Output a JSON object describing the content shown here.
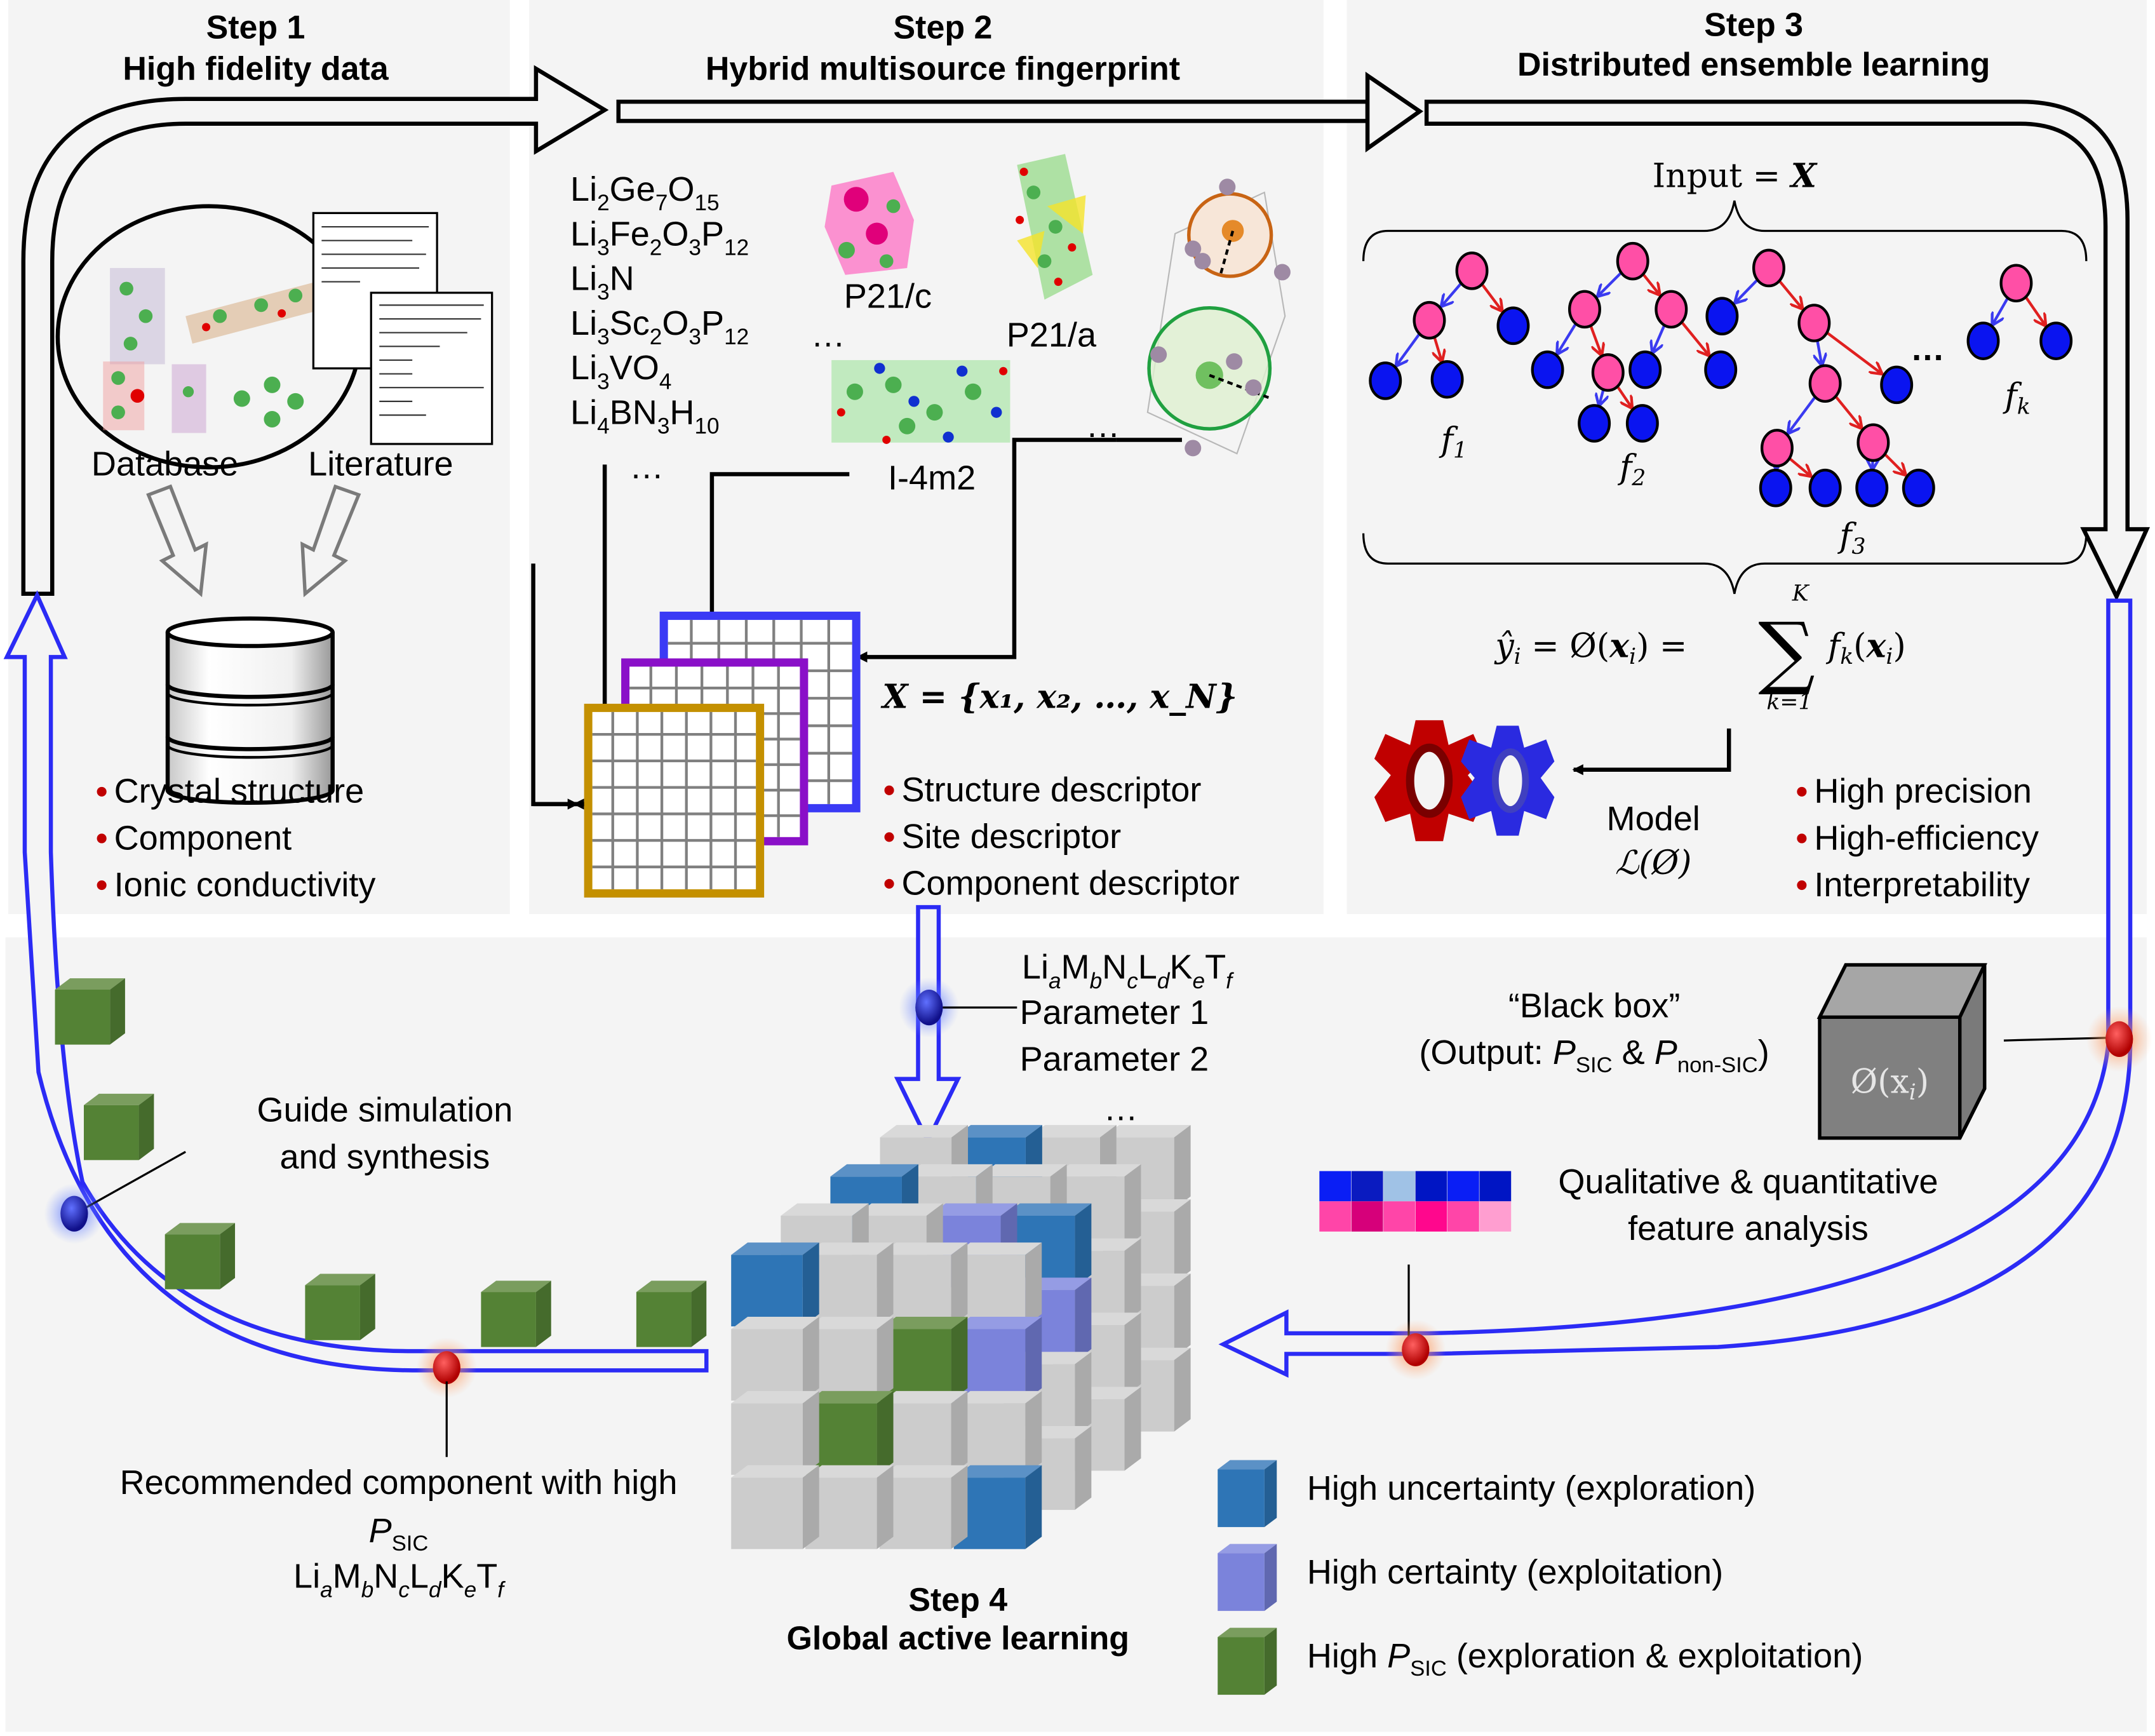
{
  "steps": {
    "step1": {
      "number": "Step 1",
      "title": "High fidelity data"
    },
    "step2": {
      "number": "Step 2",
      "title": "Hybrid multisource fingerprint"
    },
    "step3": {
      "number": "Step 3",
      "title": "Distributed ensemble learning"
    },
    "step4": {
      "number": "Step 4",
      "title": "Global active learning"
    }
  },
  "step1": {
    "sources": {
      "database": "Database",
      "literature": "Literature"
    },
    "bullets": [
      "Crystal structure",
      "Component",
      "Ionic conductivity"
    ]
  },
  "step2": {
    "formulas": [
      {
        "parts": [
          [
            "Li",
            ""
          ],
          [
            "2",
            "sub"
          ],
          [
            "Ge",
            ""
          ],
          [
            "7",
            "sub"
          ],
          [
            "O",
            ""
          ],
          [
            "15",
            "sub"
          ]
        ]
      },
      {
        "parts": [
          [
            "Li",
            ""
          ],
          [
            "3",
            "sub"
          ],
          [
            "Fe",
            ""
          ],
          [
            "2",
            "sub"
          ],
          [
            "O",
            ""
          ],
          [
            "3",
            "sub"
          ],
          [
            "P",
            ""
          ],
          [
            "12",
            "sub"
          ]
        ]
      },
      {
        "parts": [
          [
            "Li",
            ""
          ],
          [
            "3",
            "sub"
          ],
          [
            "N",
            ""
          ]
        ]
      },
      {
        "parts": [
          [
            "Li",
            ""
          ],
          [
            "3",
            "sub"
          ],
          [
            "Sc",
            ""
          ],
          [
            "2",
            "sub"
          ],
          [
            "O",
            ""
          ],
          [
            "3",
            "sub"
          ],
          [
            "P",
            ""
          ],
          [
            "12",
            "sub"
          ]
        ]
      },
      {
        "parts": [
          [
            "Li",
            ""
          ],
          [
            "3",
            "sub"
          ],
          [
            "V",
            ""
          ],
          [
            "O",
            ""
          ],
          [
            "4",
            "sub"
          ]
        ]
      },
      {
        "parts": [
          [
            "Li",
            ""
          ],
          [
            "4",
            "sub"
          ],
          [
            "B",
            ""
          ],
          [
            "N",
            ""
          ],
          [
            "3",
            "sub"
          ],
          [
            "H",
            ""
          ],
          [
            "10",
            "sub"
          ]
        ]
      }
    ],
    "formulas_ellipsis": "…",
    "space_groups": [
      "P21/c",
      "P21/a",
      "I-4m2"
    ],
    "structure_ellipsis": "…",
    "site_ellipsis": "…",
    "feature_set": "X = {x₁, x₂, …, x_N}",
    "bullets": [
      "Structure descriptor",
      "Site descriptor",
      "Component descriptor"
    ],
    "matrix_colors": {
      "back": "#3a3af5",
      "middle": "#8a10c8",
      "front": "#c49000"
    }
  },
  "step3": {
    "input_label": "Input = ",
    "input_symbol": "X",
    "trees": [
      "f",
      "f",
      "f",
      "f"
    ],
    "tree_subscripts": [
      "1",
      "2",
      "3",
      "k"
    ],
    "trees_ellipsis": "…",
    "equation": {
      "lhs": "ŷ",
      "lhs_sub": "i",
      "eq1": " =  Ø(",
      "x": "x",
      "x_sub": "i",
      "eq2": ") = ",
      "sum_upper": "K",
      "sum_lower": "k=1",
      "rhs_f": "f",
      "rhs_sub": "k",
      "rhs_open": "(",
      "rhs_x": "x",
      "rhs_xsub": "i",
      "rhs_close": ")"
    },
    "model_label": "Model",
    "model_symbol": "ℒ(Ø)",
    "bullets": [
      "High precision",
      "High-efficiency",
      "Interpretability"
    ]
  },
  "step4": {
    "query": {
      "formula_parts": [
        [
          "Li",
          ""
        ],
        [
          "a",
          "sub"
        ],
        [
          "M",
          ""
        ],
        [
          "b",
          "sub"
        ],
        [
          "N",
          ""
        ],
        [
          "c",
          "sub"
        ],
        [
          "L",
          ""
        ],
        [
          "d",
          "sub"
        ],
        [
          "K",
          ""
        ],
        [
          "e",
          "sub"
        ],
        [
          "T",
          ""
        ],
        [
          "f",
          "sub"
        ]
      ],
      "parameters": [
        "Parameter 1",
        "Parameter 2"
      ],
      "ellipsis": "…"
    },
    "black_box": {
      "title": "“Black box”",
      "output_prefix": "(Output: ",
      "p": "P",
      "sic": "SIC",
      "amp": " & ",
      "non_sic": "non-SIC",
      "close": ")",
      "symbol": "Ø(x",
      "symbol_sub": "i",
      "symbol_close": ")"
    },
    "feature_analysis": {
      "line1": "Qualitative & quantitative",
      "line2": "feature analysis",
      "heatmap_top": [
        "#0a1ef5",
        "#0a1bc0",
        "#a0c2e6",
        "#0015c4",
        "#0a1ef5",
        "#0015c4"
      ],
      "heatmap_bottom": [
        "#ff45a8",
        "#d6007a",
        "#ff45a8",
        "#ff078d",
        "#ff45a8",
        "#ff9ed0"
      ]
    },
    "guide": {
      "line1": "Guide simulation",
      "line2": "and synthesis"
    },
    "recommended": {
      "line1": "Recommended component with high",
      "p": "P",
      "sic": "SIC",
      "formula_parts": [
        [
          "Li",
          ""
        ],
        [
          "a",
          "sub"
        ],
        [
          "M",
          ""
        ],
        [
          "b",
          "sub"
        ],
        [
          "N",
          ""
        ],
        [
          "c",
          "sub"
        ],
        [
          "L",
          ""
        ],
        [
          "d",
          "sub"
        ],
        [
          "K",
          ""
        ],
        [
          "e",
          "sub"
        ],
        [
          "T",
          ""
        ],
        [
          "f",
          "sub"
        ]
      ]
    },
    "legend": [
      {
        "label": "High uncertainty (exploration)",
        "color": "#2e75b6",
        "top": "#5b91c6",
        "side": "#245f94"
      },
      {
        "label": "High certainty (exploitation)",
        "color": "#7b83db",
        "top": "#959ce4",
        "side": "#6068b0"
      },
      {
        "label_pre": "High ",
        "p": "P",
        "sic": "SIC",
        "label_post": " (exploration & exploitation)",
        "color": "#548235",
        "top": "#7a9d5e",
        "side": "#456b2c"
      }
    ],
    "cube_colors": {
      "gray": "#cccccc",
      "gray_top": "#d9d9d9",
      "gray_side": "#aaaaaa"
    }
  },
  "colors": {
    "panel": "#f4f4f4",
    "loop_blue": "#2b2bf5",
    "bullet_red": "#c00000",
    "node_pink": "#ff4fa6",
    "node_blue": "#0a14f0"
  }
}
